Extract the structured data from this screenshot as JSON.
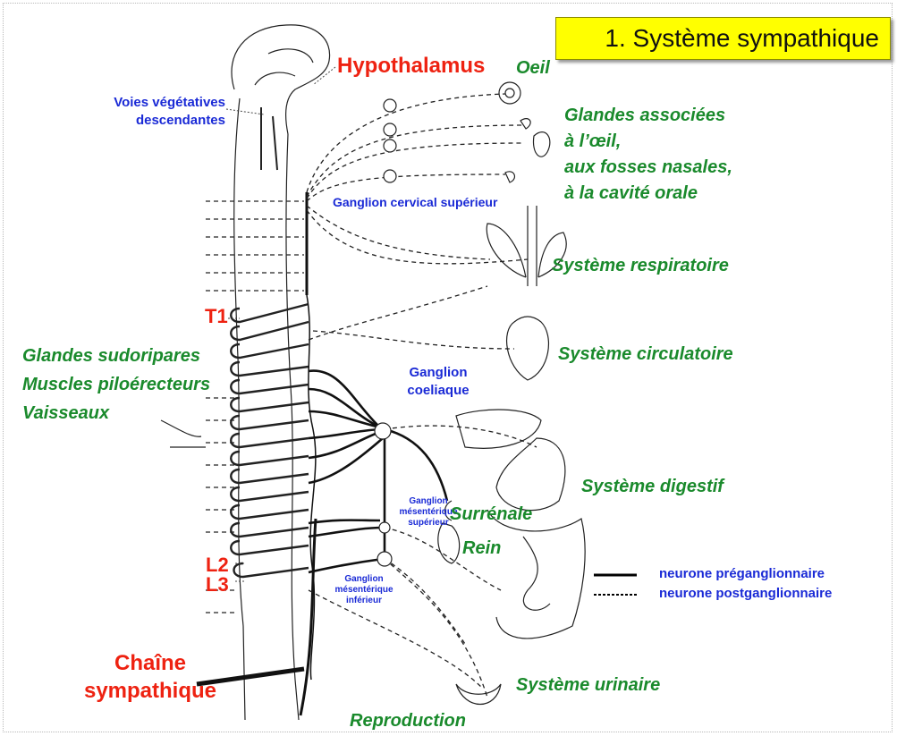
{
  "title": "1. Système sympathique",
  "labels": {
    "hypothalamus": "Hypothalamus",
    "t1": "T1",
    "l2": "L2",
    "l3": "L3",
    "chaine_line1": "Chaîne",
    "chaine_line2": "sympathique",
    "voies_line1": "Voies végétatives",
    "voies_line2": "descendantes",
    "ganglion_cervical": "Ganglion cervical supérieur",
    "ganglion_coeliaque_line1": "Ganglion",
    "ganglion_coeliaque_line2": "coeliaque",
    "gms_line1": "Ganglion",
    "gms_line2": "mésentérique",
    "gms_line3": "supérieur",
    "gmi_line1": "Ganglion",
    "gmi_line2": "mésentérique",
    "gmi_line3": "inférieur",
    "oeil": "Oeil",
    "glandes_line1": "Glandes associées",
    "glandes_line2": "à l’œil,",
    "glandes_line3": "aux fosses nasales,",
    "glandes_line4": "à la cavité orale",
    "respiratoire": "Système respiratoire",
    "circulatoire": "Système circulatoire",
    "sudoripares": "Glandes sudoripares",
    "piloerecteurs": "Muscles piloérecteurs",
    "vaisseaux": "Vaisseaux",
    "digestif": "Système digestif",
    "surrenale": "Surrénale",
    "rein": "Rein",
    "urinaire": "Système urinaire",
    "reproduction": "Reproduction"
  },
  "legend": {
    "pre": "neurone préganglionnaire",
    "post": "neurone postganglionnaire"
  },
  "colors": {
    "red": "#ee2211",
    "green": "#1a8a2c",
    "blue": "#1a2ad6",
    "title_bg": "#ffff00"
  }
}
